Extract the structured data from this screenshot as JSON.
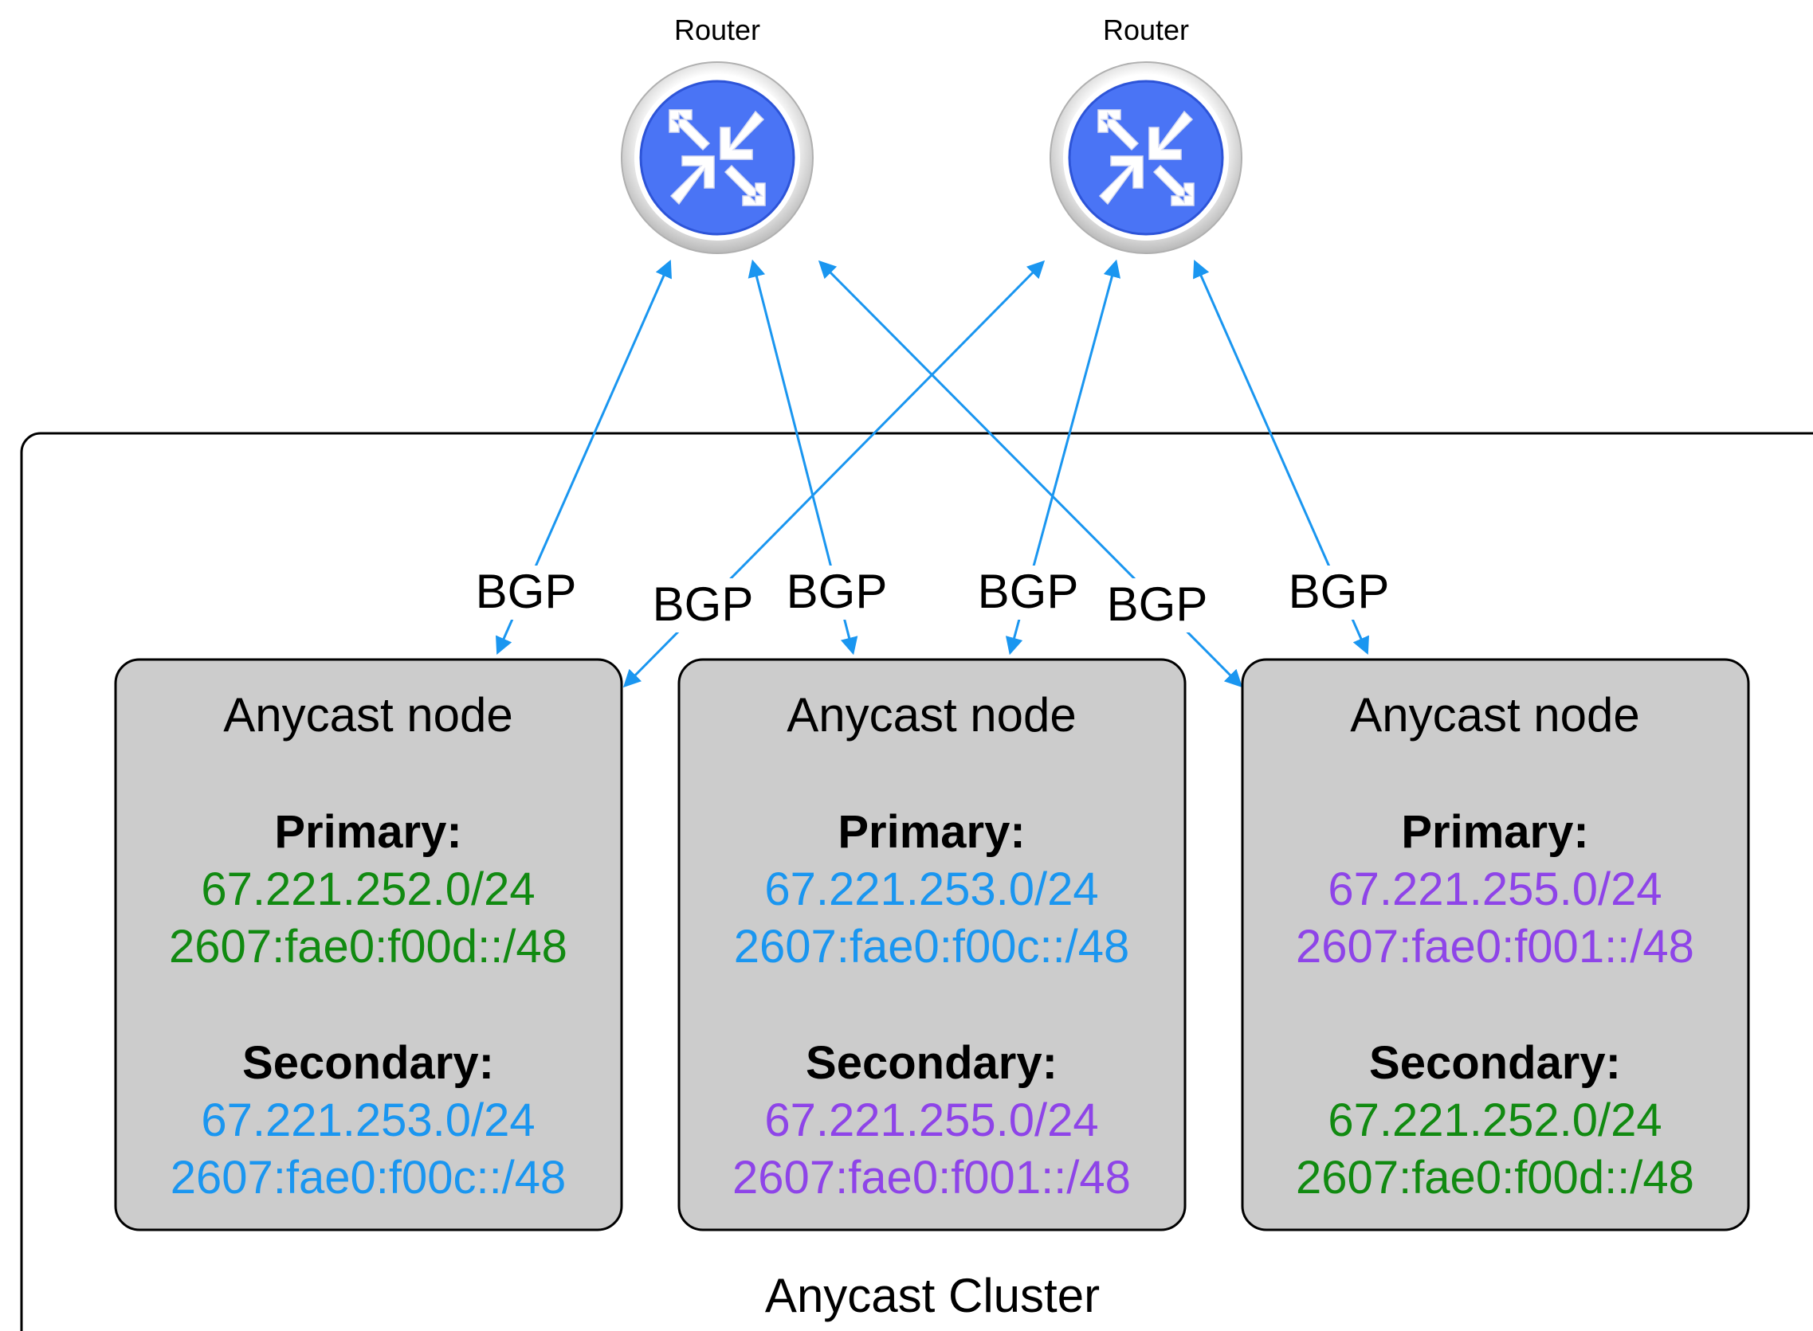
{
  "colors": {
    "link": "#1a96f0",
    "green": "#118a11",
    "blue": "#1a96f0",
    "purple": "#8e44e8",
    "router_fill": "#4a74f5",
    "node_fill": "#cccccc"
  },
  "routers": [
    {
      "label": "Router",
      "icon": "router-icon"
    },
    {
      "label": "Router",
      "icon": "router-icon"
    }
  ],
  "links": [
    {
      "label": "BGP"
    },
    {
      "label": "BGP"
    },
    {
      "label": "BGP"
    },
    {
      "label": "BGP"
    },
    {
      "label": "BGP"
    },
    {
      "label": "BGP"
    }
  ],
  "cluster": {
    "label": "Anycast Cluster"
  },
  "nodes": [
    {
      "title": "Anycast node",
      "primary_label": "Primary:",
      "primary_v4": "67.221.252.0/24",
      "primary_v6": "2607:fae0:f00d::/48",
      "primary_color": "green",
      "secondary_label": "Secondary:",
      "secondary_v4": "67.221.253.0/24",
      "secondary_v6": "2607:fae0:f00c::/48",
      "secondary_color": "blue"
    },
    {
      "title": "Anycast node",
      "primary_label": "Primary:",
      "primary_v4": "67.221.253.0/24",
      "primary_v6": "2607:fae0:f00c::/48",
      "primary_color": "blue",
      "secondary_label": "Secondary:",
      "secondary_v4": "67.221.255.0/24",
      "secondary_v6": "2607:fae0:f001::/48",
      "secondary_color": "purple"
    },
    {
      "title": "Anycast node",
      "primary_label": "Primary:",
      "primary_v4": "67.221.255.0/24",
      "primary_v6": "2607:fae0:f001::/48",
      "primary_color": "purple",
      "secondary_label": "Secondary:",
      "secondary_v4": "67.221.252.0/24",
      "secondary_v6": "2607:fae0:f00d::/48",
      "secondary_color": "green"
    }
  ]
}
